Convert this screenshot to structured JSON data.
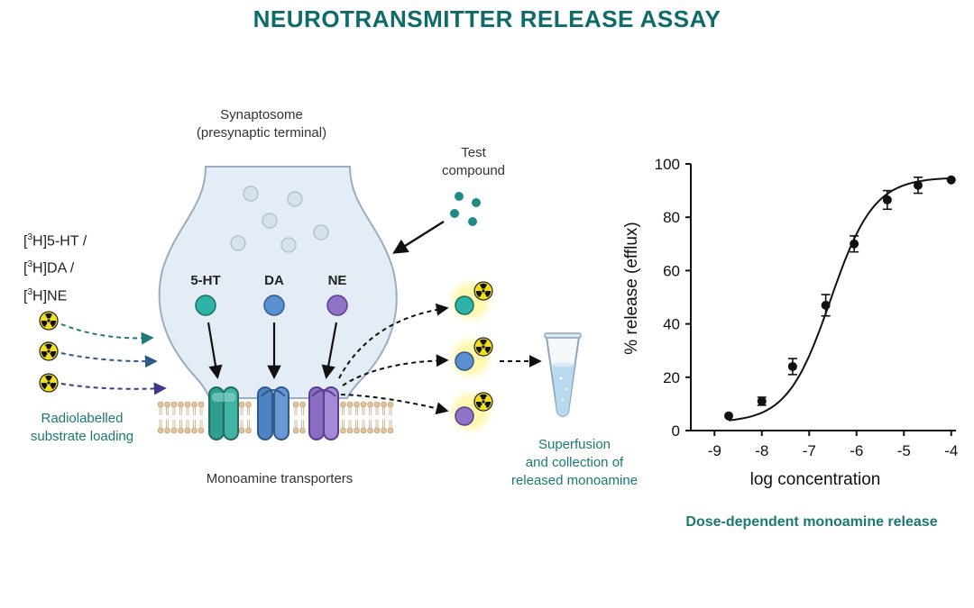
{
  "title": "NEUROTRANSMITTER RELEASE ASSAY",
  "synaptosome": {
    "line1": "Synaptosome",
    "line2": "(presynaptic terminal)"
  },
  "test_compound": {
    "line1": "Test",
    "line2": "compound"
  },
  "substrates": [
    {
      "sup": "3",
      "name": "H]5-HT /"
    },
    {
      "sup": "3",
      "name": "H]DA /"
    },
    {
      "sup": "3",
      "name": "H]NE"
    }
  ],
  "loading_label": {
    "line1": "Radiolabelled",
    "line2": "substrate loading"
  },
  "transporter_labels": [
    "5-HT",
    "DA",
    "NE"
  ],
  "transporters_caption": "Monoamine transporters",
  "collection_label": {
    "line1": "Superfusion",
    "line2": "and collection of",
    "line3": "released monoamine"
  },
  "colors": {
    "serotonin": "#2fb3a6",
    "dopamine": "#5b8fd0",
    "norepinephrine": "#8f73c4",
    "title": "#0e6b6b",
    "radiation": "#f2df1f"
  },
  "icons": [
    "radiation-icon",
    "test-tube-icon",
    "arrow-icon"
  ],
  "chart_data": {
    "type": "scatter",
    "subtitle": "Dose-dependent monoamine release",
    "xlabel": "log concentration",
    "ylabel": "% release (efflux)",
    "xlim": [
      -9.5,
      -3.9
    ],
    "ylim": [
      0,
      100
    ],
    "x_ticks": [
      -9,
      -8,
      -7,
      -6,
      -5,
      -4
    ],
    "y_ticks": [
      0,
      20,
      40,
      60,
      80,
      100
    ],
    "grid": false,
    "points": [
      {
        "x": -8.7,
        "y": 5.5,
        "err": 0
      },
      {
        "x": -8.0,
        "y": 11,
        "err": 1.5
      },
      {
        "x": -7.35,
        "y": 24,
        "err": 3
      },
      {
        "x": -6.65,
        "y": 47,
        "err": 4
      },
      {
        "x": -6.05,
        "y": 70,
        "err": 3
      },
      {
        "x": -5.35,
        "y": 86.5,
        "err": 3.5
      },
      {
        "x": -4.7,
        "y": 92,
        "err": 3
      },
      {
        "x": -4.0,
        "y": 94,
        "err": 0
      }
    ],
    "fit": {
      "bottom": 3,
      "top": 95,
      "logEC50": -6.55,
      "hill": 0.95
    }
  }
}
